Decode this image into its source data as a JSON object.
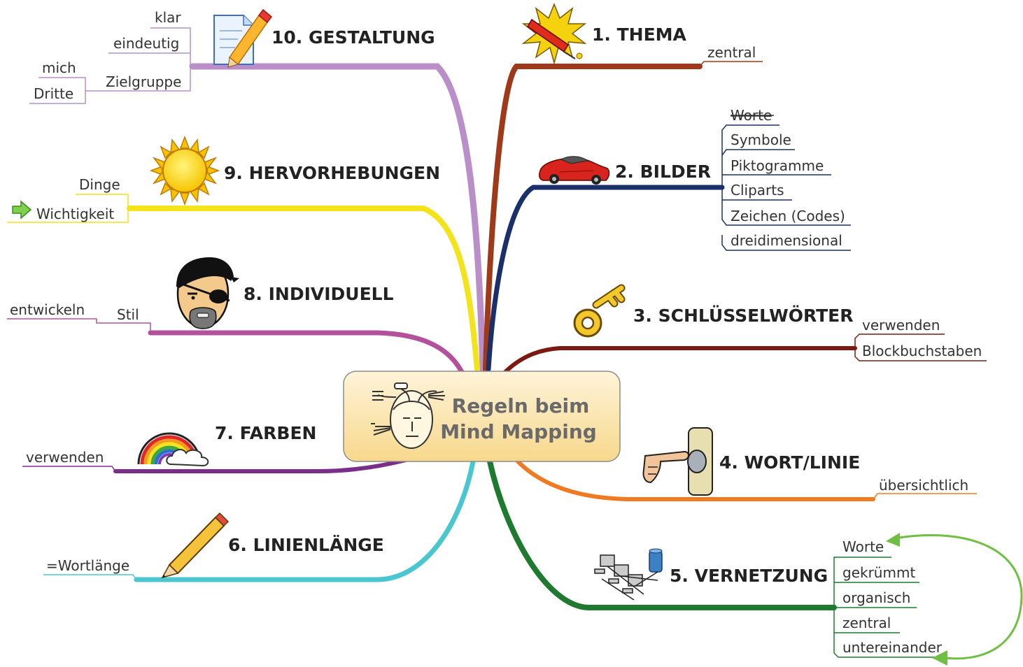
{
  "center": {
    "line1": "Regeln  beim",
    "line2": "Mind Mapping"
  },
  "branches": {
    "thema": {
      "title": "1. THEMA",
      "sub": [
        "zentral"
      ],
      "color": "#9e3a1a",
      "icon": "firework-rocket-icon"
    },
    "bilder": {
      "title": "2. BILDER",
      "sub": [
        "Worte",
        "Symbole",
        "Piktogramme",
        "Cliparts",
        "Zeichen (Codes)",
        "dreidimensional"
      ],
      "struck": "Worte",
      "color": "#1b2f6b",
      "icon": "red-sports-car-icon"
    },
    "schluessel": {
      "title": "3. SCHLÜSSELWÖRTER",
      "sub": [
        "verwenden",
        "Blockbuchstaben"
      ],
      "color": "#7a1a12",
      "icon": "key-icon"
    },
    "wortlinie": {
      "title": "4. WORT/LINIE",
      "sub": [
        "übersichtlich"
      ],
      "color": "#f07a22",
      "icon": "finger-pressing-button-icon"
    },
    "vernetzung": {
      "title": "5. VERNETZUNG",
      "sub": [
        "Worte",
        "gekrümmt",
        "organisch",
        "zentral",
        "untereinander"
      ],
      "color": "#1e7a2e",
      "icon": "computer-network-icon",
      "arrow_color": "#6fc042"
    },
    "linienlaenge": {
      "title": "6. LINIENLÄNGE",
      "sub": [
        "=Wortlänge"
      ],
      "color": "#49c6cf",
      "icon": "pencil-icon"
    },
    "farben": {
      "title": "7. FARBEN",
      "sub": [
        "verwenden"
      ],
      "color": "#7a2e8a",
      "icon": "rainbow-cloud-icon"
    },
    "individuell": {
      "title": "8. INDIVIDUELL",
      "sub": [
        "Stil",
        "entwickeln"
      ],
      "color": "#b4519c",
      "icon": "pirate-face-icon"
    },
    "hervorhebungen": {
      "title": "9. HERVORHEBUNGEN",
      "sub": [
        "Dinge",
        "Wichtigkeit"
      ],
      "color": "#f2e31a",
      "icon": "sun-icon",
      "arrow_icon": "green-arrow-icon"
    },
    "gestaltung": {
      "title": "10. GESTALTUNG",
      "sub": [
        "klar",
        "eindeutig",
        "Zielgruppe",
        "mich",
        "Dritte"
      ],
      "color": "#b98ec9",
      "icon": "document-pencil-icon"
    }
  },
  "center_box": {
    "fill_top": "#fff4d9",
    "fill_bottom": "#f7d88c",
    "stroke": "#8c8c8c",
    "icon": "head-mindmap-icon"
  }
}
